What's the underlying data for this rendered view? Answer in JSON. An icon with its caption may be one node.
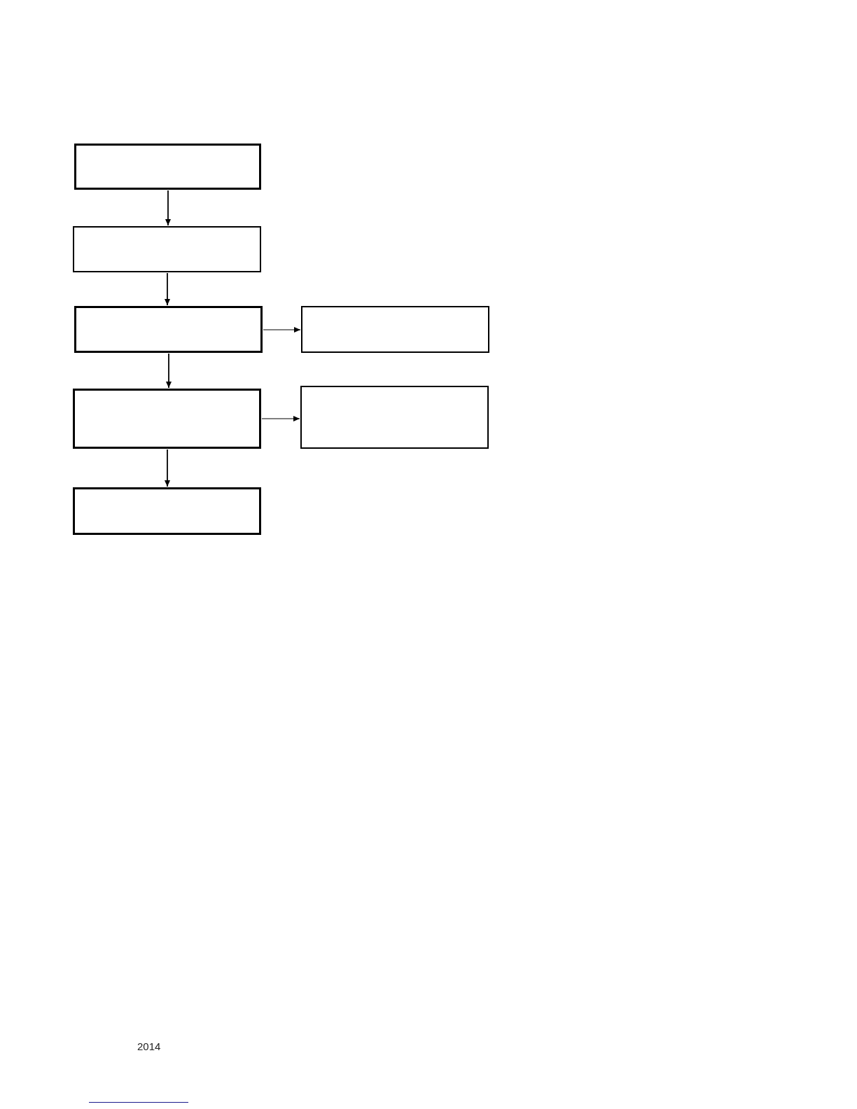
{
  "diagram": {
    "nodes": [
      {
        "text": [],
        "shape": "box"
      },
      {
        "text": [],
        "shape": "box"
      },
      {
        "text": [],
        "shape": "box"
      },
      {
        "text": [],
        "shape": "box"
      },
      {
        "text": [],
        "shape": "box"
      },
      {
        "text": [],
        "shape": "box"
      },
      {
        "text": [],
        "shape": "box"
      }
    ],
    "edges": [
      {
        "from": 0,
        "to": 1,
        "arrow": "to"
      },
      {
        "from": 1,
        "to": 2,
        "arrow": "to"
      },
      {
        "from": 2,
        "to": 3,
        "arrow": "to"
      },
      {
        "from": 2,
        "to": 4,
        "arrow": "to"
      },
      {
        "from": 4,
        "to": 5,
        "arrow": "to"
      },
      {
        "from": 4,
        "to": 6,
        "arrow": "to"
      }
    ],
    "labels": [
      "2014"
    ]
  }
}
